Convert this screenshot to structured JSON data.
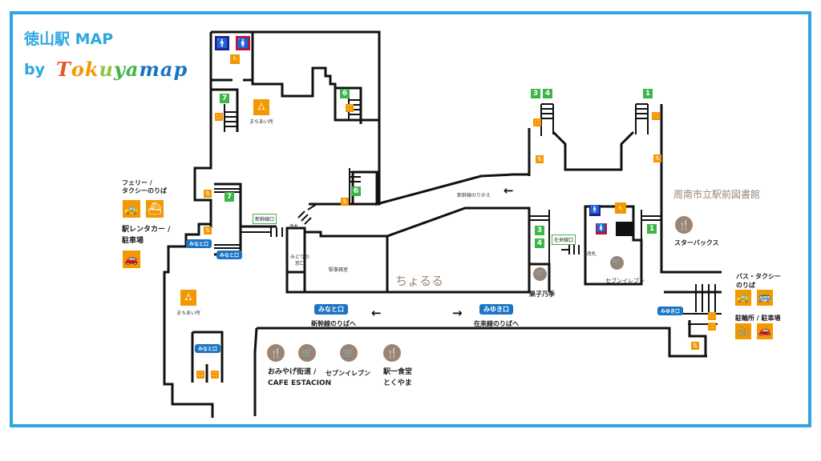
{
  "header": {
    "title": "徳山駅 MAP",
    "by": "by",
    "logo_letters": [
      "T",
      "o",
      "k",
      "u",
      "y",
      "a",
      "m",
      "a",
      "p"
    ],
    "logo_colors": [
      "#e4572e",
      "#f39800",
      "#f39800",
      "#8cc63f",
      "#3db54a",
      "#3db54a",
      "#1a73c4",
      "#1a73c4",
      "#1a73c4"
    ]
  },
  "colors": {
    "frame": "#2ea7e0",
    "badge_blue": "#1a73c4",
    "exit_green": "#3db54a",
    "facility_orange": "#f39800",
    "shop_brown": "#9a8473",
    "toilet_male": "#1d2088",
    "toilet_female": "#c8102e"
  },
  "icons": {
    "male": "🚹",
    "female": "🚺",
    "wheelchair": "♿",
    "elevator": "⇅",
    "escalator": "⛶",
    "waiting": "⛼",
    "car": "🚗",
    "ship": "⛴",
    "bus": "🚌",
    "bicycle": "🚲",
    "fork_knife": "🍴",
    "cart": "🛒",
    "taxi": "🚕",
    "locker": "▣"
  },
  "exits": {
    "seven": "7",
    "six": "6",
    "three": "3",
    "four": "4",
    "one": "1"
  },
  "labels": {
    "machiaijo": "まちあい所",
    "ferry_taxi_line1": "フェリー /",
    "ferry_taxi_line2": "タクシーのりば",
    "rental_line1": "駅レンタカー /",
    "rental_line2": "駐車場",
    "minato_exit": "みなと口",
    "shinkansen_gate": "新幹線口",
    "kaisatsu": "改札",
    "midori_line1": "みどりの",
    "midori_line2": "窓口",
    "station_office": "駅事務室",
    "choruru": "ちょるる",
    "shinkansen_transfer": "新幹線のりかえ",
    "zairai_gate": "在来線口",
    "kashinoki": "果子乃季",
    "seven_eleven": "セブンイレブン",
    "library": "周南市立駅前図書館",
    "starbucks": "スターバックス",
    "miyuki_exit": "みゆき口",
    "to_shinkansen": "新幹線のりばへ",
    "to_zairai": "在来線のりばへ",
    "bus_taxi_line1": "バス・タクシー",
    "bus_taxi_line2": "のりば",
    "bike_parking": "駐輪所 / 駐車場",
    "omiyage_line1": "おみやげ街道 /",
    "omiyage_line2": "CAFE ESTACION",
    "seven_eleven_2": "セブンイレブン",
    "ekiichi_line1": "駅一食堂",
    "ekiichi_line2": "とくやま"
  },
  "arrows": {
    "left": "←",
    "right": "→"
  }
}
